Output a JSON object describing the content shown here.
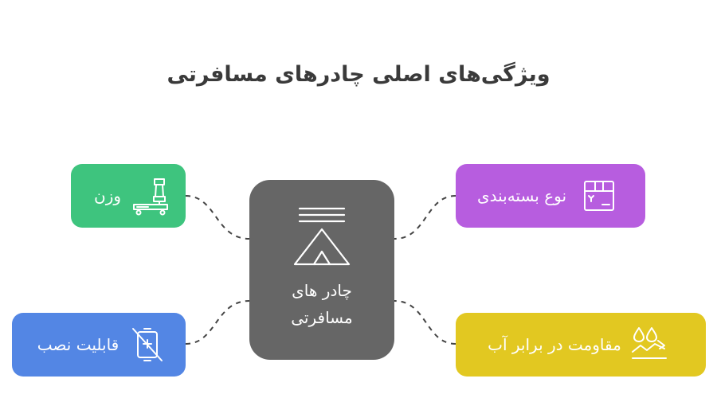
{
  "title": "ویژگی‌های اصلی چادرهای مسافرتی",
  "center": {
    "line1": "چادر های",
    "line2": "مسافرتی",
    "color": "#666666",
    "icon": "tent-icon"
  },
  "features": {
    "weight": {
      "label": "وزن",
      "icon": "scale-icon",
      "color": "#3ec47e"
    },
    "packaging": {
      "label": "نوع بسته‌بندی",
      "icon": "box-icon",
      "color": "#b75ddf"
    },
    "setup": {
      "label": "قابلیت نصب",
      "icon": "no-install-icon",
      "color": "#5386e4"
    },
    "water": {
      "label": "مقاومت در برابر آب",
      "icon": "water-resistance-icon",
      "color": "#e2c821"
    }
  }
}
